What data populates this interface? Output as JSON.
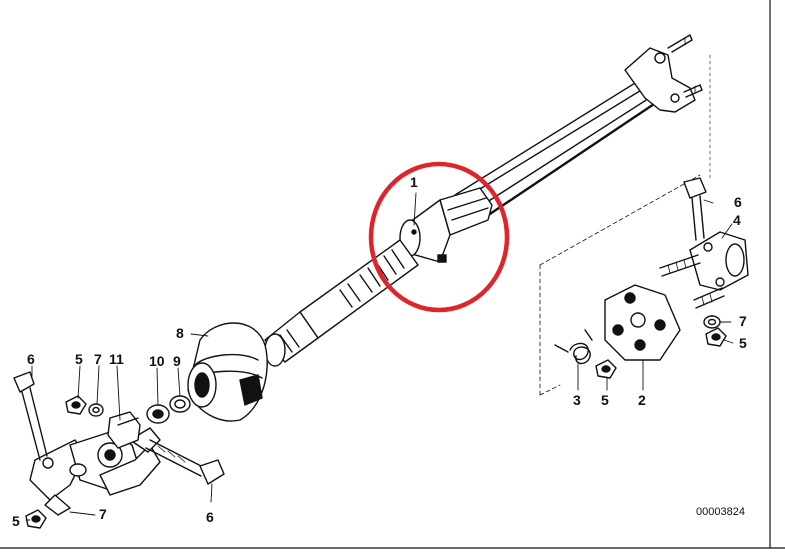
{
  "figure": {
    "part_number": "00003824",
    "highlight_color": "#e0242b",
    "ink_color": "#111111"
  },
  "callouts": [
    {
      "key": "c1",
      "label": "1"
    },
    {
      "key": "c6r",
      "label": "6"
    },
    {
      "key": "c4",
      "label": "4"
    },
    {
      "key": "c8",
      "label": "8"
    },
    {
      "key": "c7r",
      "label": "7"
    },
    {
      "key": "c5r",
      "label": "5"
    },
    {
      "key": "c3",
      "label": "3"
    },
    {
      "key": "c5m",
      "label": "5"
    },
    {
      "key": "c2",
      "label": "2"
    },
    {
      "key": "c6l",
      "label": "6"
    },
    {
      "key": "c5l",
      "label": "5"
    },
    {
      "key": "c7l",
      "label": "7"
    },
    {
      "key": "c11",
      "label": "11"
    },
    {
      "key": "c10",
      "label": "10"
    },
    {
      "key": "c9",
      "label": "9"
    },
    {
      "key": "c6b",
      "label": "6"
    },
    {
      "key": "c5b",
      "label": "5"
    },
    {
      "key": "c7b",
      "label": "7"
    }
  ]
}
